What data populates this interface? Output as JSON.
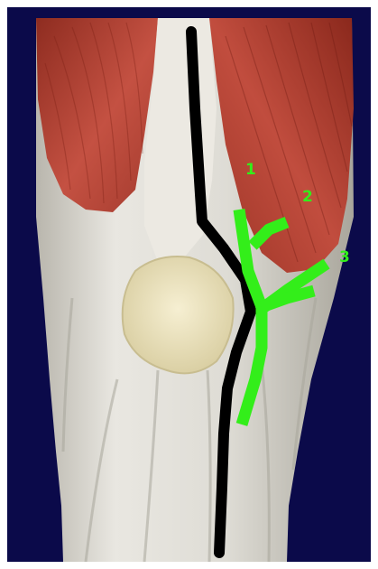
{
  "figure": {
    "labels": [
      {
        "id": "1",
        "text": "1"
      },
      {
        "id": "2",
        "text": "2"
      },
      {
        "id": "3",
        "text": "3"
      }
    ]
  },
  "colors": {
    "background": "#0b0a4a",
    "frame": "#ffffff",
    "muscle": "#b9463a",
    "muscle_dark": "#7f2418",
    "tendon": "#e7e5df",
    "tendon_shadow": "#c9c7bf",
    "patella": "#efe6c2",
    "nerve_line": "#000000",
    "branch_green": "#33ee1a"
  }
}
